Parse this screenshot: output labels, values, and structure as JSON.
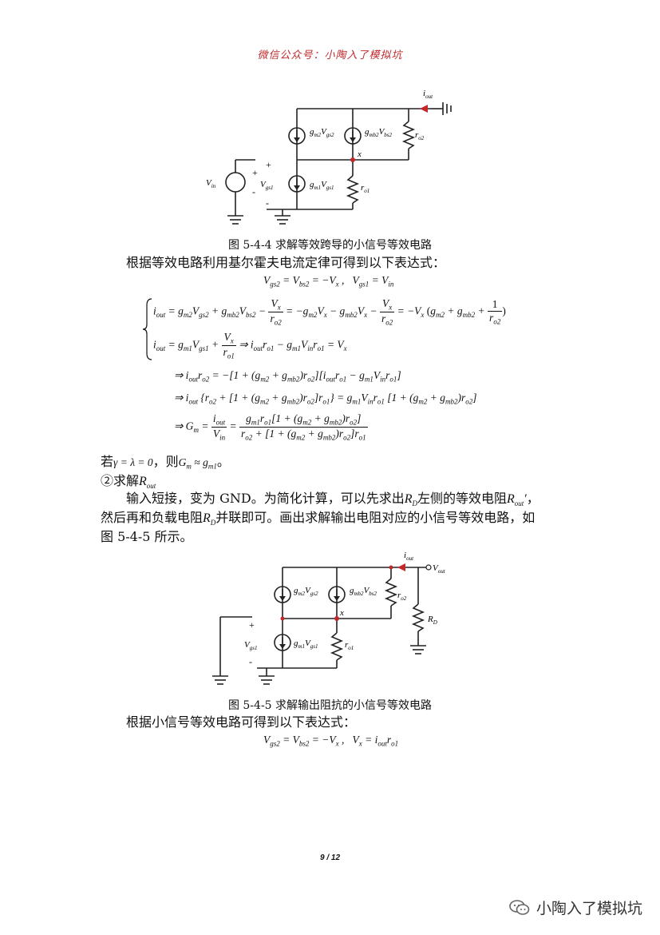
{
  "header": {
    "text": "微信公众号：小陶入了模拟坑"
  },
  "figure1": {
    "caption": "图 5-4-4  求解等效跨导的小信号等效电路",
    "labels": {
      "iout": "i",
      "iout_sub": "out",
      "vin": "V",
      "vin_sub": "in",
      "vgs1": "V",
      "vgs1_sub": "gs1",
      "plus": "+",
      "minus": "-",
      "x": "x",
      "src_top_left": "g",
      "ro2": "r",
      "ro2_sub": "o2",
      "ro1": "r",
      "ro1_sub": "o1"
    }
  },
  "text": {
    "p1": "根据等效电路利用基尔霍夫电流定律可得到以下表达式：",
    "cond_prefix": "若",
    "cond_math": "γ = λ = 0",
    "cond_mid": "，则",
    "cond_result": "G",
    "cond_tail": "。",
    "section": "②求解",
    "section_math": "R",
    "section_sub": "out",
    "p2_a": "输入短接，变为 GND。为简化计算，可以先求出",
    "p2_rd": "R",
    "p2_b": "左侧的等效电阻",
    "p2_rout": "R",
    "p2_c": "，",
    "p3_a": "然后再和负载电阻",
    "p3_b": "并联即可。画出求解输出电阻对应的小信号等效电路，如",
    "p4": "图 5-4-5 所示。",
    "p5": "根据小信号等效电路可得到以下表达式："
  },
  "figure2": {
    "caption": "图 5-4-5  求解输出阻抗的小信号等效电路",
    "vout": "V",
    "vout_sub": "out",
    "rd": "R",
    "rd_sub": "D"
  },
  "footer": {
    "page": "9 / 12"
  },
  "watermark": {
    "text": "小陶入了模拟坑",
    "icon": "wechat-icon"
  },
  "colors": {
    "accent": "#c0282a",
    "node": "#c0282a"
  }
}
